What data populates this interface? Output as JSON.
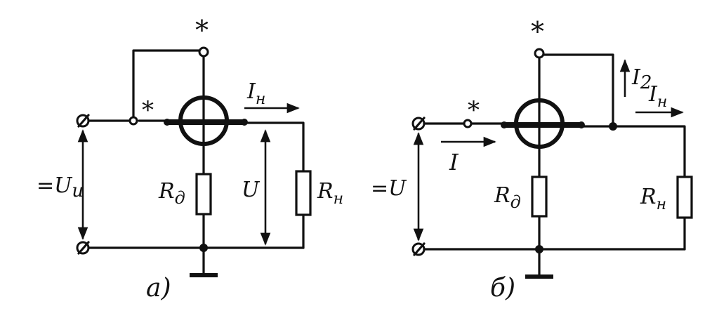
{
  "diagram_a": {
    "caption": "а)",
    "terminal_mark_top": "*",
    "terminal_mark_left": "*",
    "current_label": "I",
    "current_subscript": "н",
    "source_label": "=U",
    "source_subscript": "и",
    "resistor_d_label": "R",
    "resistor_d_subscript": "д",
    "voltage_label": "U",
    "load_label": "R",
    "load_subscript": "н"
  },
  "diagram_b": {
    "caption": "б)",
    "terminal_mark_top": "*",
    "terminal_mark_left": "*",
    "input_current_label": "I",
    "i2_label": "I",
    "i2_subscript": "2",
    "load_current_label": "I",
    "load_current_subscript": "н",
    "source_label": "=U",
    "resistor_d_label": "R",
    "resistor_d_subscript": "д",
    "load_label": "R",
    "load_subscript": "н"
  }
}
